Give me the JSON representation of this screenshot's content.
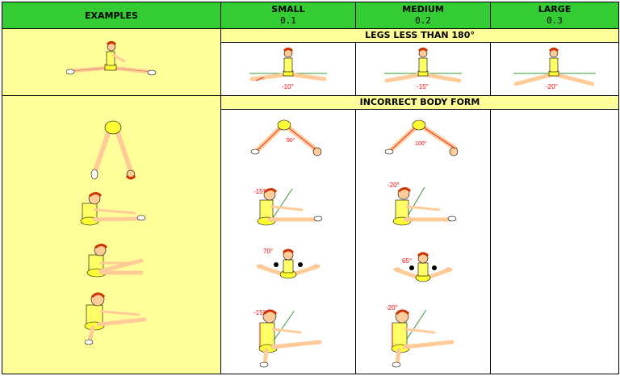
{
  "header": {
    "examples": "EXAMPLES",
    "small": {
      "label": "SMALL",
      "value": "0.1"
    },
    "medium": {
      "label": "MEDIUM",
      "value": "0.2"
    },
    "large": {
      "label": "LARGE",
      "value": "0.3"
    }
  },
  "sections": {
    "legs": "LEGS LESS THAN 180°",
    "body_form": "INCORRECT BODY FORM"
  },
  "legs_row": {
    "small_deg": "-10°",
    "medium_deg": "-15°",
    "large_deg": "-20°"
  },
  "form_rows": {
    "pike_small": "90°",
    "pike_medium": "100°",
    "sit_small": "-15°",
    "sit_medium": "-20°",
    "straddle_small": "70°",
    "straddle_medium": "65°",
    "jump_small": "-15°",
    "jump_medium": "-20°"
  },
  "colors": {
    "header_green": "#33cc33",
    "band_yellow": "#ffff99",
    "annotation_red": "#ff0000",
    "reference_green": "#339933"
  }
}
